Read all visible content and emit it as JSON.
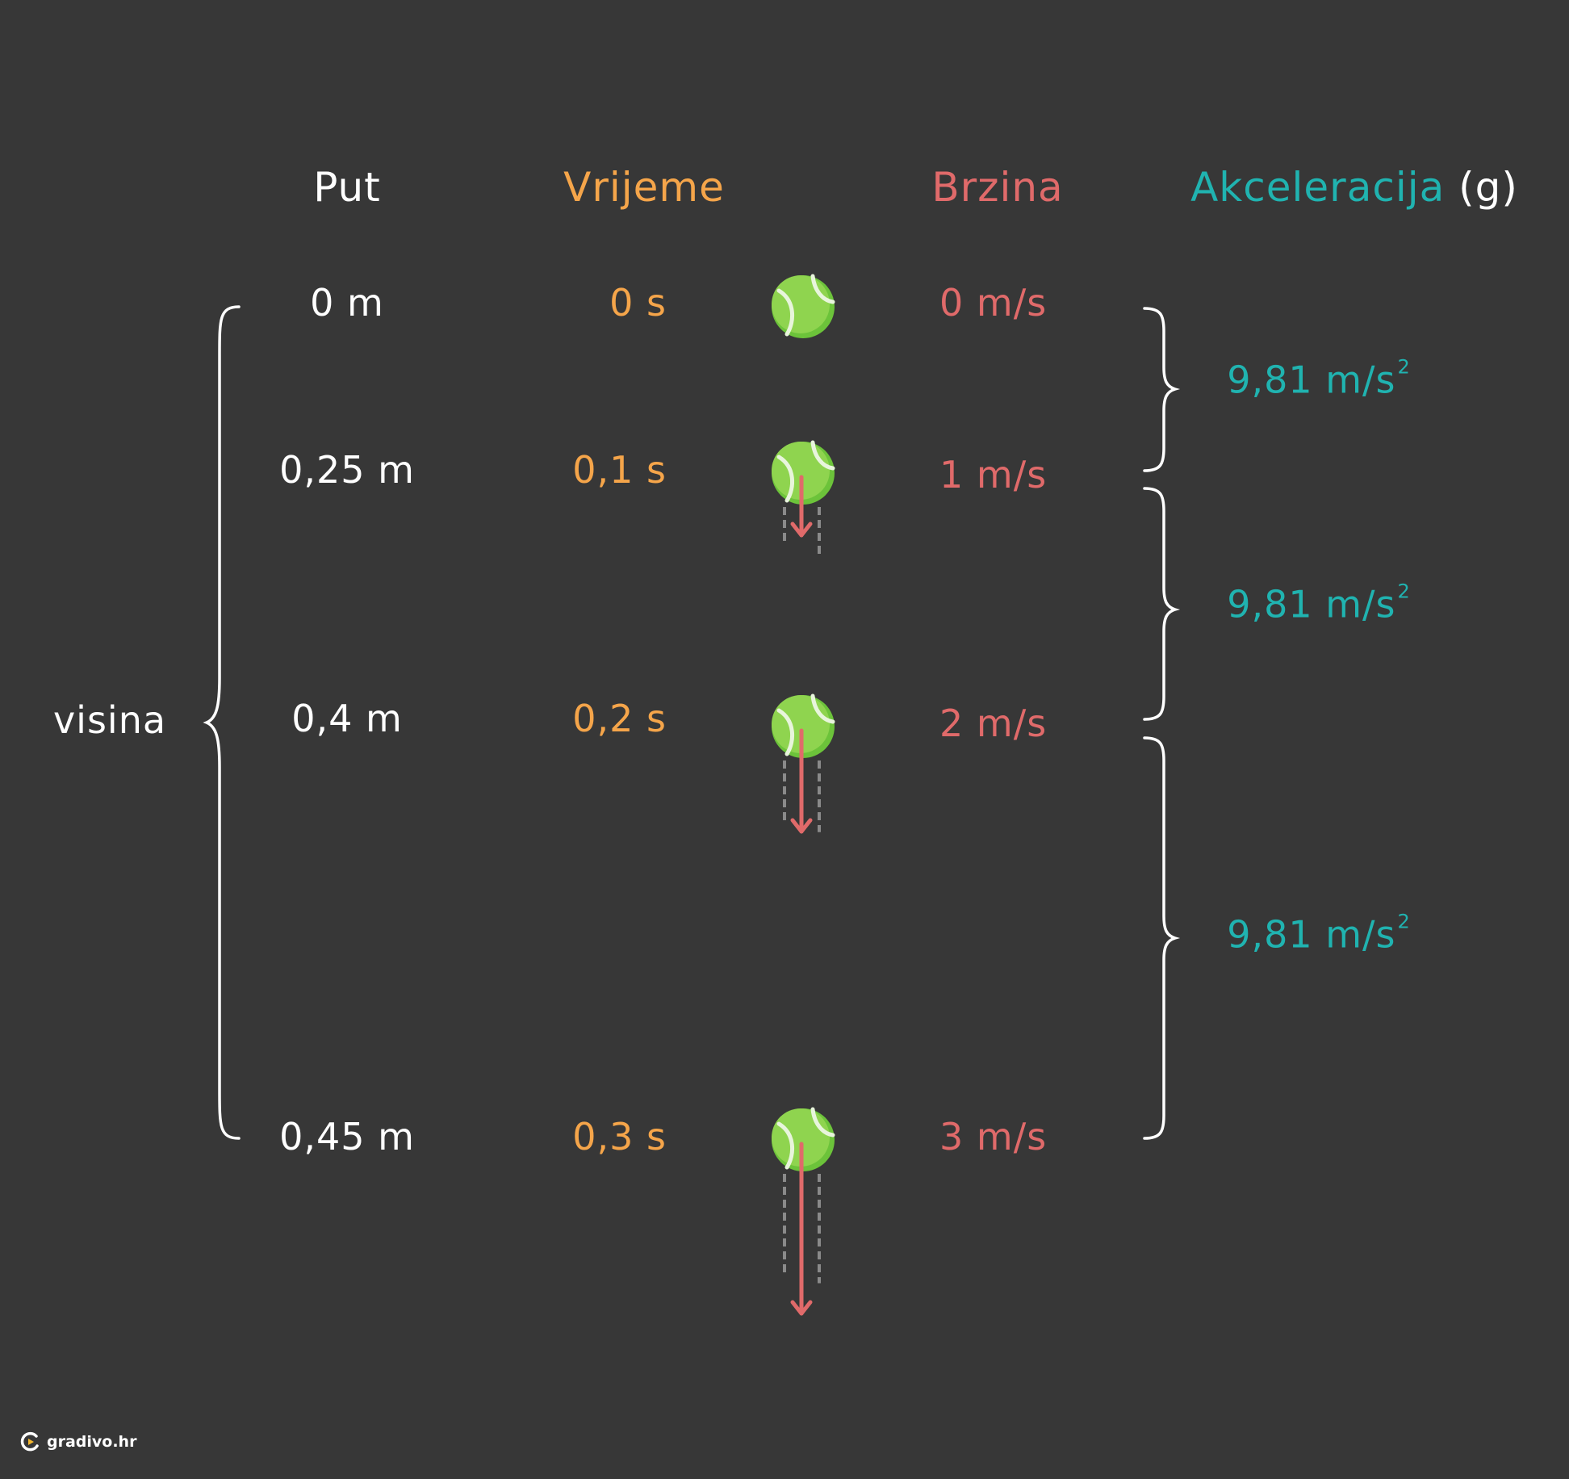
{
  "headers": {
    "put": "Put",
    "vrijeme": "Vrijeme",
    "brzina": "Brzina",
    "akceleracija": "Akceleracija",
    "akceleracija_symbol": "(g)"
  },
  "height_label": "visina",
  "rows": [
    {
      "put": "0 m",
      "vrijeme": "0 s",
      "brzina": "0 m/s"
    },
    {
      "put": "0,25 m",
      "vrijeme": "0,1 s",
      "brzina": "1 m/s"
    },
    {
      "put": "0,4 m",
      "vrijeme": "0,2 s",
      "brzina": "2 m/s"
    },
    {
      "put": "0,45 m",
      "vrijeme": "0,3 s",
      "brzina": "3 m/s"
    }
  ],
  "accelerations": [
    {
      "value": "9,81 m/s",
      "exponent": "2"
    },
    {
      "value": "9,81 m/s",
      "exponent": "2"
    },
    {
      "value": "9,81 m/s",
      "exponent": "2"
    }
  ],
  "ball_velocities_m_per_s": [
    0,
    1,
    2,
    3
  ],
  "colors": {
    "background": "#373737",
    "put": "#ffffff",
    "vrijeme": "#f5a54a",
    "brzina": "#e06a6a",
    "akceleracija": "#20b3b0",
    "ball": "#8fd44f",
    "ball_shade": "#6cc33a",
    "velocity_arrow": "#e06a6a"
  },
  "logo": {
    "text": "gradivo.hr",
    "icon": "gradivo-logo-icon"
  }
}
